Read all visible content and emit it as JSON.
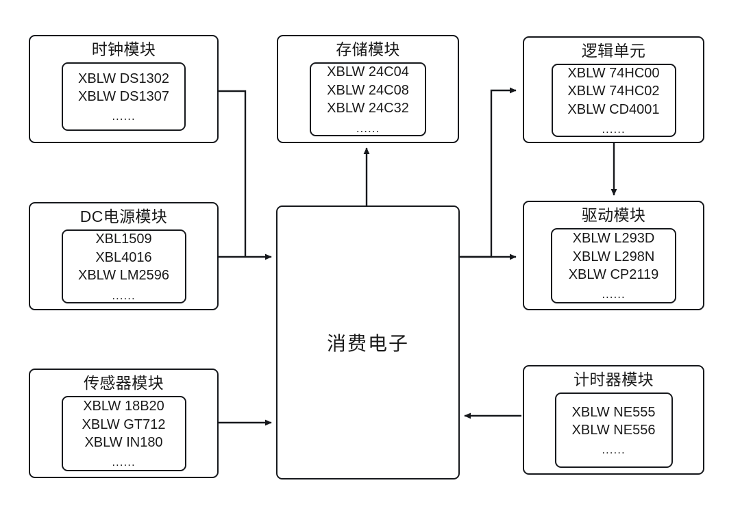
{
  "diagram": {
    "type": "block-diagram",
    "background_color": "#ffffff",
    "line_color": "#16181c",
    "text_color": "#1a1a1a"
  },
  "hub": {
    "label": "消费电子"
  },
  "modules": [
    {
      "key": "clock",
      "title": "时钟模块",
      "parts": [
        "XBLW DS1302",
        "XBLW DS1307"
      ],
      "ellipsis": "......"
    },
    {
      "key": "storage",
      "title": "存储模块",
      "parts": [
        "XBLW 24C04",
        "XBLW 24C08",
        "XBLW 24C32"
      ],
      "ellipsis": "......"
    },
    {
      "key": "logic",
      "title": "逻辑单元",
      "parts": [
        "XBLW 74HC00",
        "XBLW 74HC02",
        "XBLW CD4001"
      ],
      "ellipsis": "......"
    },
    {
      "key": "power",
      "title": "DC电源模块",
      "parts": [
        "XBL1509",
        "XBL4016",
        "XBLW LM2596"
      ],
      "ellipsis": "......"
    },
    {
      "key": "driver",
      "title": "驱动模块",
      "parts": [
        "XBLW L293D",
        "XBLW L298N",
        "XBLW CP2119"
      ],
      "ellipsis": "......"
    },
    {
      "key": "sensor",
      "title": "传感器模块",
      "parts": [
        "XBLW 18B20",
        "XBLW GT712",
        "XBLW IN180"
      ],
      "ellipsis": "......"
    },
    {
      "key": "timer",
      "title": "计时器模块",
      "parts": [
        "XBLW NE555",
        "XBLW NE556"
      ],
      "ellipsis": "......"
    }
  ],
  "connections": [
    {
      "from": "clock",
      "to": "hub",
      "arrow": "right"
    },
    {
      "from": "power",
      "to": "hub",
      "arrow": "right"
    },
    {
      "from": "sensor",
      "to": "hub",
      "arrow": "right"
    },
    {
      "from": "hub",
      "to": "storage",
      "arrow": "up"
    },
    {
      "from": "hub",
      "to": "logic",
      "arrow": "right"
    },
    {
      "from": "hub",
      "to": "driver",
      "arrow": "right"
    },
    {
      "from": "logic",
      "to": "driver",
      "arrow": "down"
    },
    {
      "from": "timer",
      "to": "hub",
      "arrow": "left"
    }
  ]
}
